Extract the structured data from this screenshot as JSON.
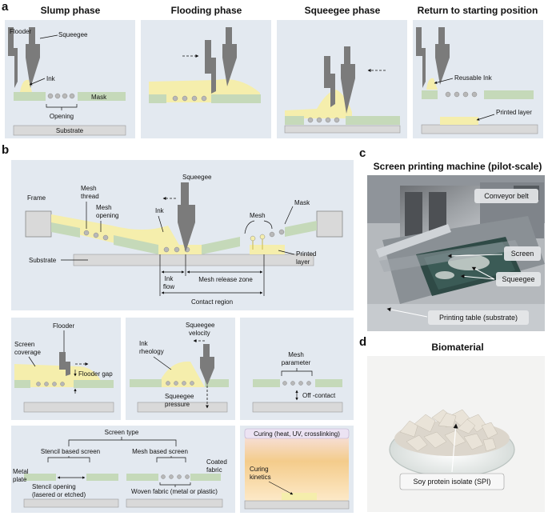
{
  "panel_letters": [
    "a",
    "b",
    "c",
    "d"
  ],
  "phase_titles": [
    "Slump phase",
    "Flooding phase",
    "Squeegee phase",
    "Return to starting position"
  ],
  "a_labels": {
    "flooder": "Flooder",
    "squeegee": "Squeegee",
    "ink": "Ink",
    "mask": "Mask",
    "opening": "Opening",
    "substrate": "Substrate",
    "reusable_ink": "Reusable Ink",
    "printed_layer": "Printed layer"
  },
  "b_labels": {
    "frame": "Frame",
    "mesh_thread_1": "Mesh",
    "mesh_thread_2": "thread",
    "mesh_opening_1": "Mesh",
    "mesh_opening_2": "opening",
    "ink": "Ink",
    "squeegee": "Squeegee",
    "mesh": "Mesh",
    "mask": "Mask",
    "substrate": "Substrate",
    "printed_1": "Printed",
    "printed_2": "layer",
    "ink_flow_1": "Ink",
    "ink_flow_2": "flow",
    "release_zone": "Mesh release zone",
    "contact_region": "Contact region"
  },
  "sub1": {
    "flooder": "Flooder",
    "screen_cov_1": "Screen",
    "screen_cov_2": "coverage",
    "flooder_gap": "Flooder gap"
  },
  "sub2": {
    "squeegee_vel_1": "Squeegee",
    "squeegee_vel_2": "velocity",
    "ink_rheo_1": "Ink",
    "ink_rheo_2": "rheology",
    "squeegee_pres_1": "Squeegee",
    "squeegee_pres_2": "pressure"
  },
  "sub3": {
    "mesh_param_1": "Mesh",
    "mesh_param_2": "parameter",
    "off_contact": "Off -contact"
  },
  "sub4": {
    "screen_type": "Screen type",
    "metal_plate_1": "Metal",
    "metal_plate_2": "plate",
    "stencil_screen": "Stencil based screen",
    "mesh_screen": "Mesh based screen",
    "coated_1": "Coated",
    "coated_2": "fabric",
    "stencil_open_1": "Stencil opening",
    "stencil_open_2": "(lasered or etched)",
    "woven_fabric": "Woven fabric (metal or plastic)"
  },
  "sub5": {
    "curing": "Curing (heat, UV, crosslinking)",
    "kin_1": "Curing",
    "kin_2": "kinetics"
  },
  "c": {
    "title": "Screen printing machine (pilot-scale)",
    "conveyor": "Conveyor belt",
    "screen": "Screen",
    "squeegee": "Squeegee",
    "table": "Printing table (substrate)"
  },
  "d": {
    "title": "Biomaterial",
    "spi": "Soy protein isolate (SPI)"
  },
  "colors": {
    "panel_bg": "#e3e9f0",
    "mask_green": "#c5d9b9",
    "ink_yellow": "#f5eeac",
    "tool_gray": "#7b7b7b",
    "substrate_gray": "#d9d9d9",
    "mesh_dot": "#b8b8b8"
  },
  "icons": [
    "arrow-icon",
    "dashed-arrow-icon"
  ]
}
